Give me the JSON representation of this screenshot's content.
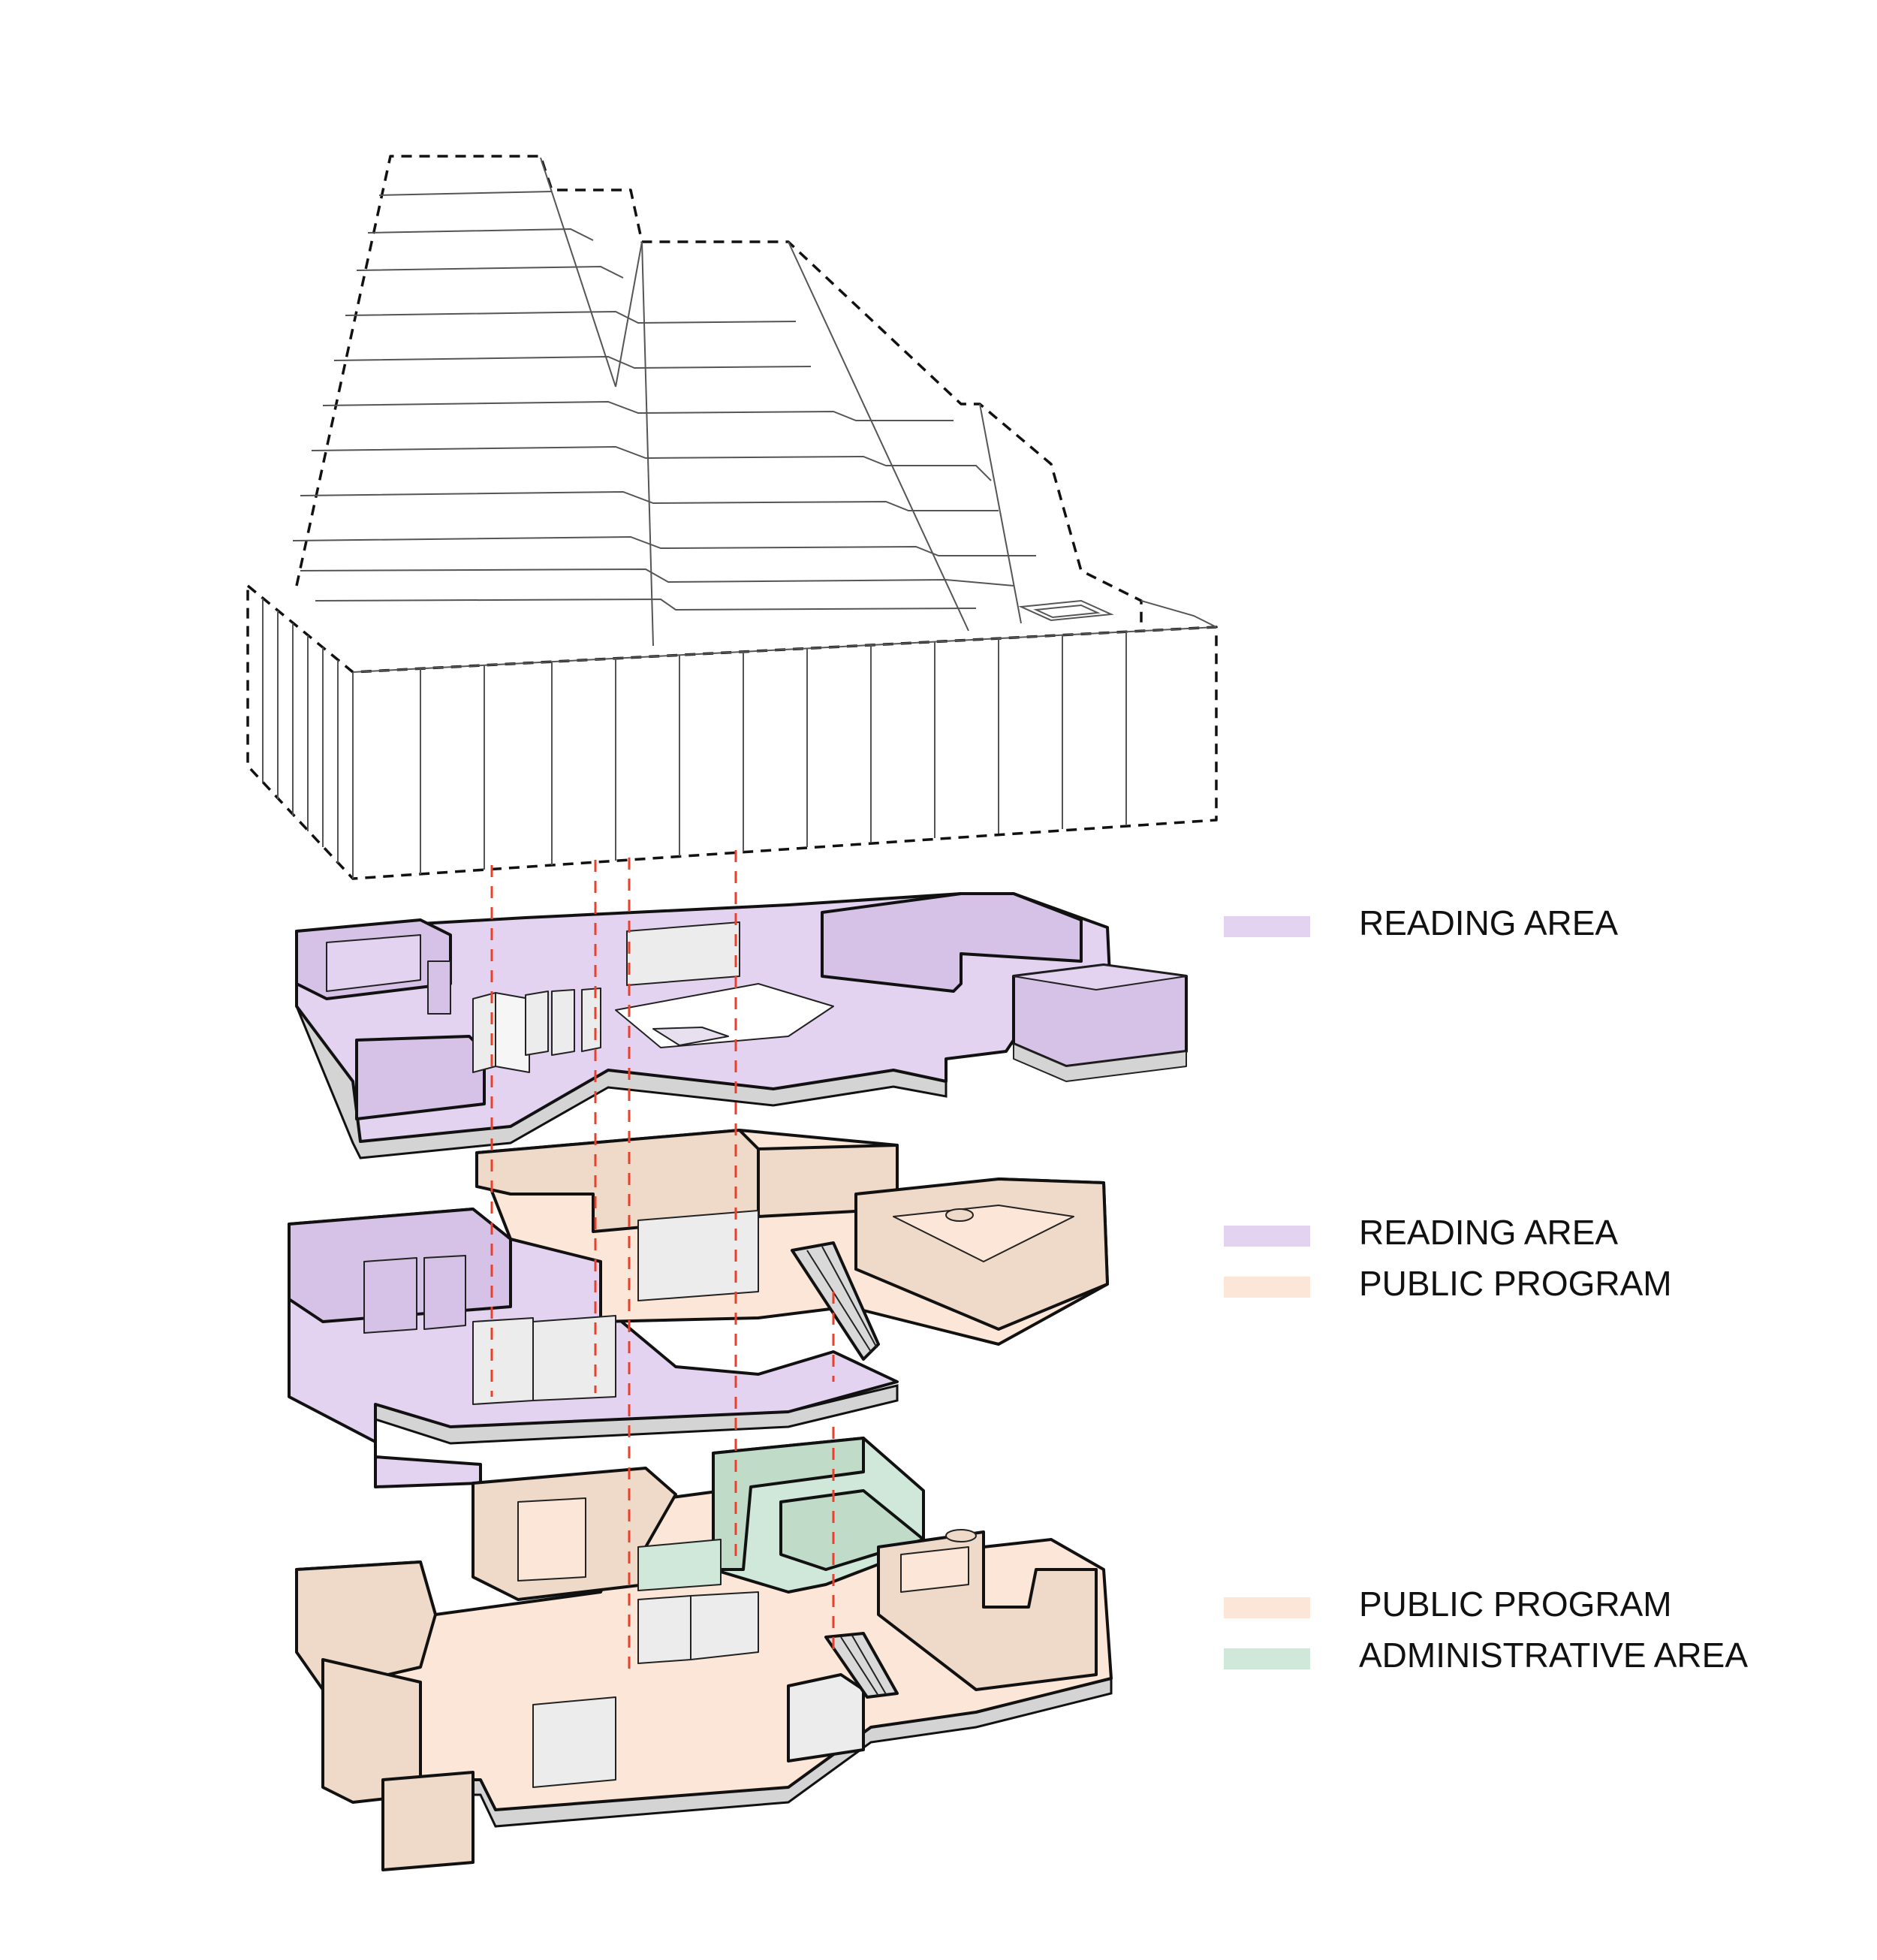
{
  "colors": {
    "reading": "#e3d3f0",
    "reading_wall": "#d6c2e6",
    "public": "#fbe6d8",
    "public_wall": "#efd9c8",
    "admin": "#cfe8d9",
    "admin_wall": "#c0dcc9",
    "core": "#ececec",
    "slab_edge": "#d4d4d4",
    "guide": "#e8402a"
  },
  "legend": {
    "level3": [
      {
        "label": "READING AREA",
        "color": "#e3d3f0"
      }
    ],
    "level2": [
      {
        "label": "READING AREA",
        "color": "#e3d3f0"
      },
      {
        "label": "PUBLIC PROGRAM",
        "color": "#fbe6d8"
      }
    ],
    "level1": [
      {
        "label": "PUBLIC PROGRAM",
        "color": "#fbe6d8"
      },
      {
        "label": "ADMINISTRATIVE AREA",
        "color": "#cfe8d9"
      }
    ]
  }
}
